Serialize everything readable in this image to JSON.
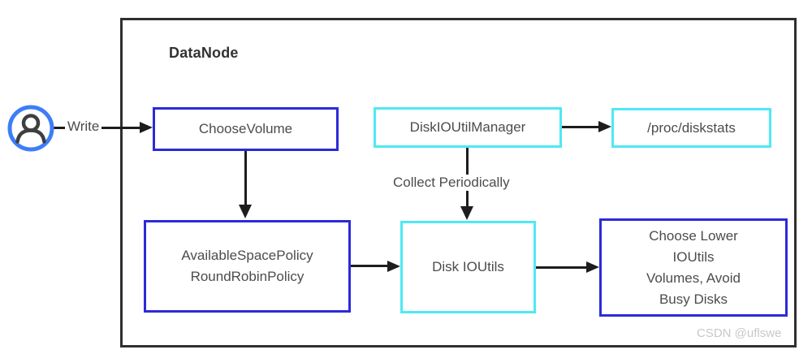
{
  "diagram": {
    "title": "DataNode",
    "actor": {
      "write_label": "Write"
    },
    "nodes": {
      "choose_volume": {
        "label": "ChooseVolume"
      },
      "disk_io_util_manager": {
        "label": "DiskIOUtilManager"
      },
      "proc_diskstats": {
        "label": "/proc/diskstats"
      },
      "policies": {
        "lines": [
          "AvailableSpacePolicy",
          "RoundRobinPolicy"
        ]
      },
      "disk_ioutils": {
        "label": "Disk IOUtils"
      },
      "choose_lower": {
        "lines": [
          "Choose Lower",
          "IOUtils",
          "Volumes, Avoid",
          "Busy Disks"
        ]
      }
    },
    "edges": {
      "collect_label": "Collect Periodically"
    },
    "colors": {
      "blue_box_border": "#2b2bd9",
      "cyan_box_border": "#4ee9f5",
      "actor_circle_blue": "#3d7ef7",
      "actor_person_gray": "#3f3f3f",
      "arrow_black": "#1d1d1d",
      "container_border": "#2f2f2f",
      "label_text": "#4c4c4c",
      "watermark_gray": "#c5c9cc"
    },
    "watermark": "CSDN @uflswe"
  }
}
